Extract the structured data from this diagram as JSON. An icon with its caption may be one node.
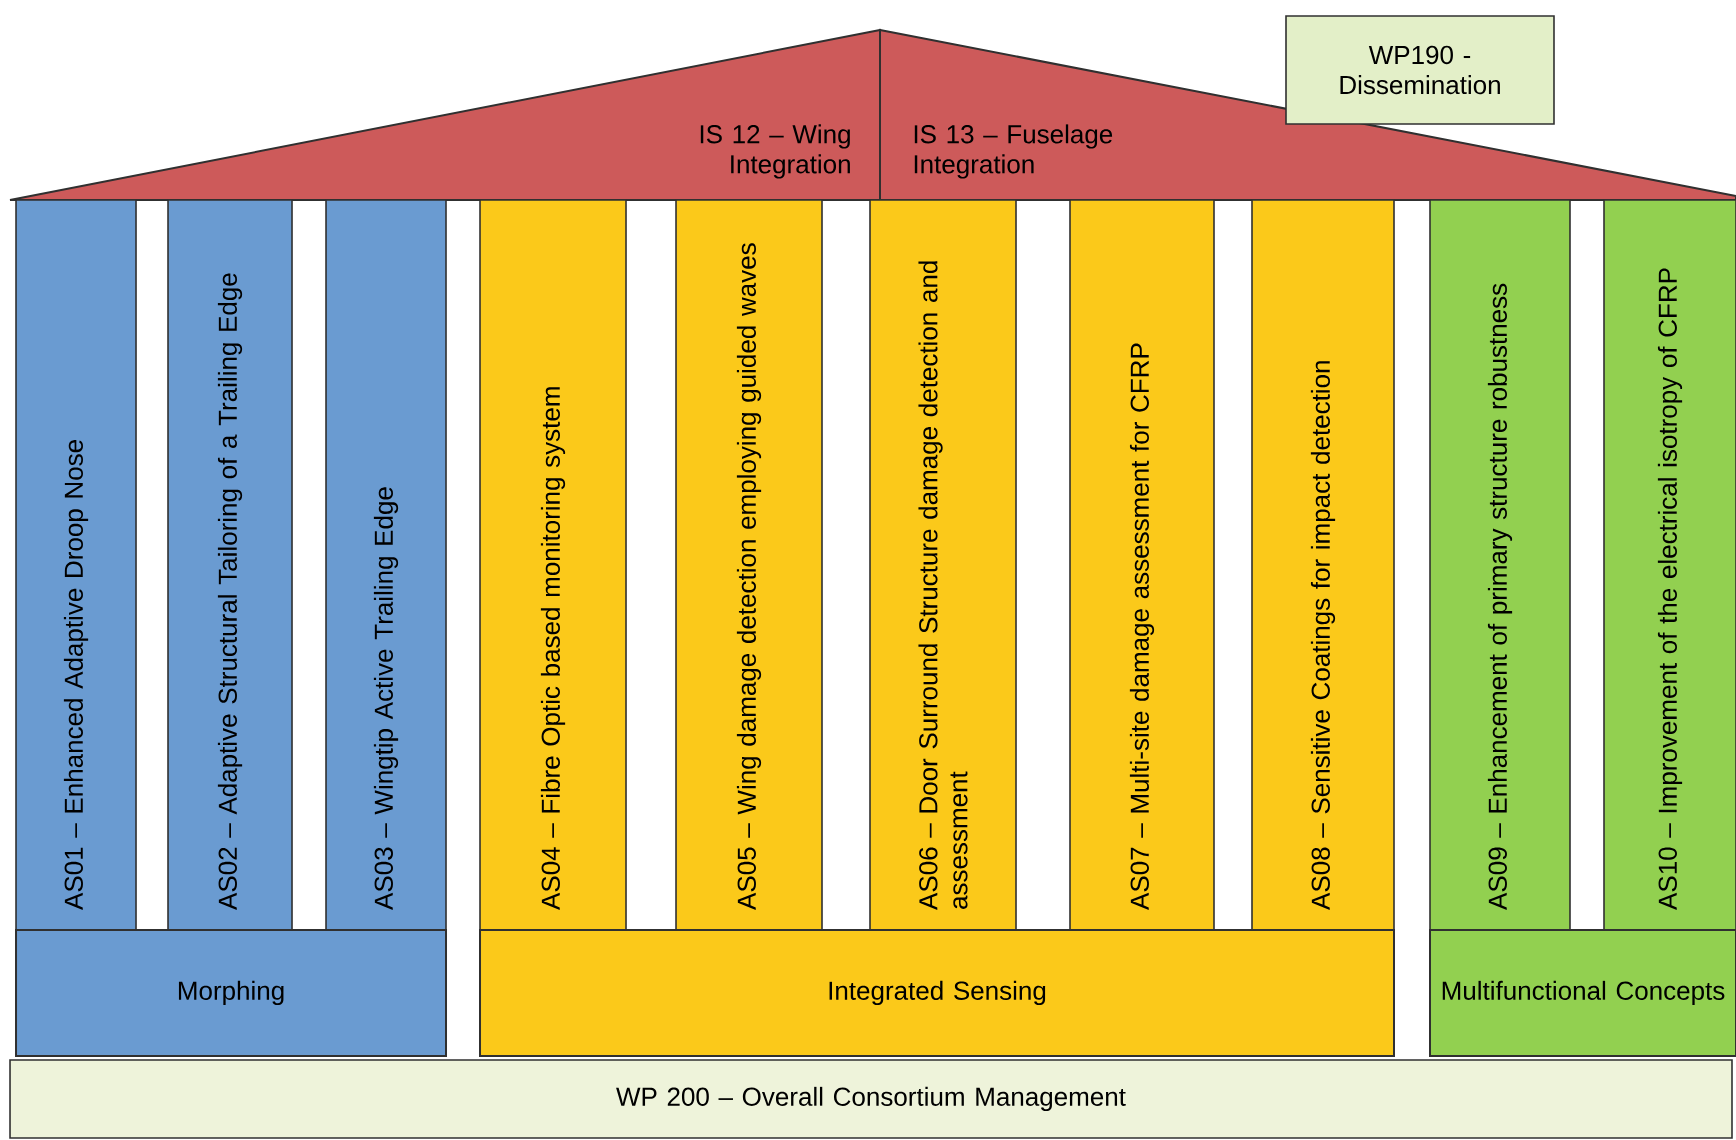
{
  "diagram": {
    "nodes": [
      {
        "text": [
          "IS 12 – Wing Integration"
        ]
      },
      {
        "text": [
          "IS 13 – Fuselage Integration"
        ]
      },
      {
        "text": [
          "WP190 - Dissemination"
        ]
      },
      {
        "text": [
          "AS01 – Enhanced Adaptive Droop Nose"
        ]
      },
      {
        "text": [
          "AS02 – Adaptive Structural Tailoring of a Trailing Edge"
        ]
      },
      {
        "text": [
          "AS03 – Wingtip Active Trailing Edge"
        ]
      },
      {
        "text": [
          "AS04 – Fibre Optic based monitoring system"
        ]
      },
      {
        "text": [
          "AS05 – Wing damage detection employing guided waves"
        ]
      },
      {
        "text": [
          "AS06 – Door Surround Structure damage detection and assessment"
        ]
      },
      {
        "text": [
          "AS07 – Multi-site damage assessment for CFRP"
        ]
      },
      {
        "text": [
          "AS08 – Sensitive Coatings for impact detection"
        ]
      },
      {
        "text": [
          "AS09 – Enhancement of primary structure robustness"
        ]
      },
      {
        "text": [
          "AS10 – Improvement of the electrical isotropy of CFRP"
        ]
      },
      {
        "text": [
          "Morphing"
        ]
      },
      {
        "text": [
          "Integrated Sensing"
        ]
      },
      {
        "text": [
          "Multifunctional Concepts"
        ]
      },
      {
        "text": [
          "WP 200 – Overall Consortium Management"
        ]
      }
    ]
  }
}
